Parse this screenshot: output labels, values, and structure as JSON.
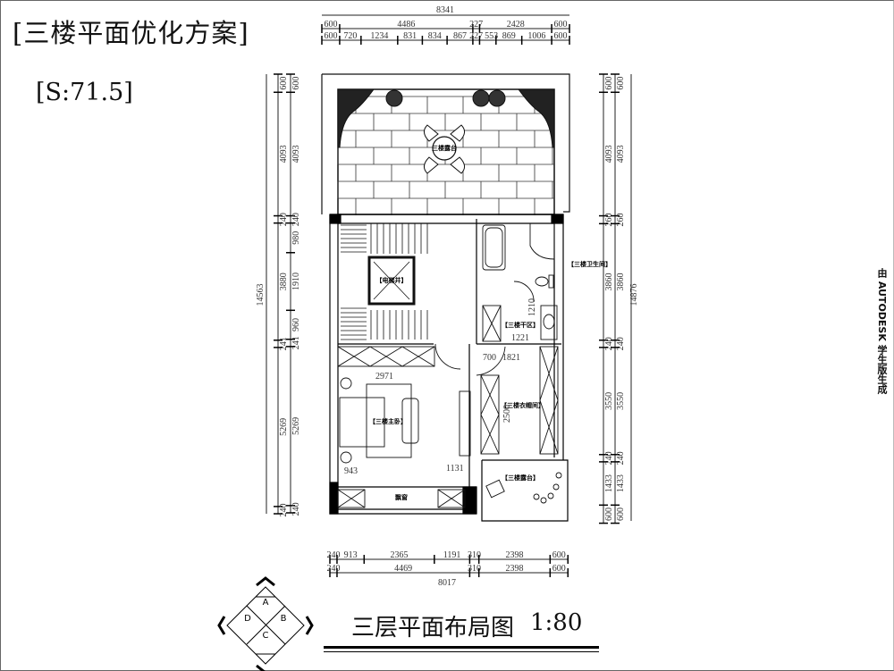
{
  "header": {
    "title": "[三楼平面优化方案]",
    "area": "[S:71.5]"
  },
  "watermark": "由 AUTODESK 学生版生成",
  "plan": {
    "title": "三层平面布局图",
    "scale": "1:80",
    "rooms": {
      "terrace_top": "三楼露台",
      "elevator": "【电梯井】",
      "bathroom": "【三楼卫生间】",
      "dry_area": "【三楼干区】",
      "closet": "【三楼衣帽间】",
      "master_bedroom": "【三楼主卧】",
      "terrace_bottom": "【三楼露台】",
      "bay_window": "飘窗"
    },
    "inner_dims": {
      "d2971": "2971",
      "d943": "943",
      "d1131": "1131",
      "d1221": "1221",
      "d700": "700",
      "d1821": "1821",
      "d2500": "2500",
      "d1210": "1210"
    }
  },
  "dimensions": {
    "top_total": "8341",
    "top_row1": [
      600,
      4486,
      227,
      2428,
      600
    ],
    "top_row2": [
      600,
      720,
      1234,
      831,
      834,
      867,
      227,
      553,
      869,
      1006,
      600
    ],
    "left_total": "14563",
    "left_row1": [
      600,
      4093,
      240,
      3880,
      241,
      5269,
      240
    ],
    "left_row2": [
      600,
      4093,
      240,
      980,
      1910,
      960,
      241,
      5269,
      240
    ],
    "right_total": "14876",
    "right_row1": [
      600,
      4093,
      260,
      3860,
      240,
      3550,
      240,
      1433,
      600
    ],
    "right_row2": [
      600,
      4093,
      260,
      3860,
      240,
      3550,
      240,
      1433,
      600
    ],
    "bottom_total": "8017",
    "bottom_row1": [
      240,
      913,
      2365,
      1191,
      310,
      2398,
      600
    ],
    "bottom_row2": [
      240,
      4469,
      310,
      2398,
      600
    ]
  },
  "compass": {
    "a": "A",
    "b": "B",
    "c": "C",
    "d": "D"
  }
}
